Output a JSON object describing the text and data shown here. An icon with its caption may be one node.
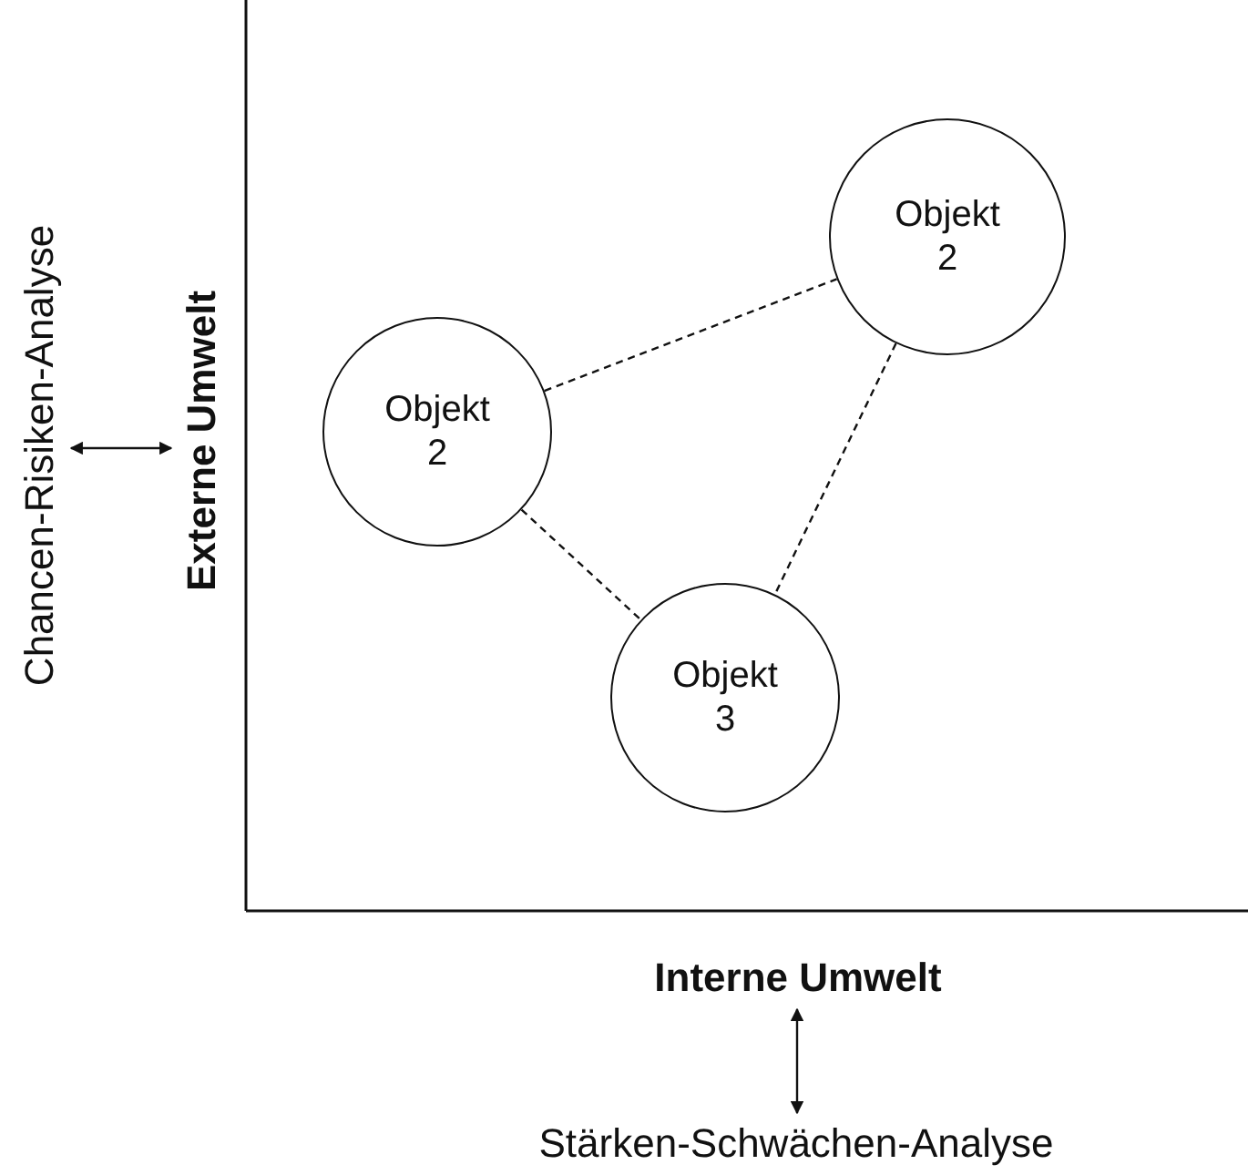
{
  "diagram": {
    "nodes": [
      {
        "text": [
          "Objekt 2"
        ]
      },
      {
        "text": [
          "Objekt 2"
        ]
      },
      {
        "text": [
          "Objekt 3"
        ]
      },
      {
        "text": [
          "Externe Umwelt"
        ]
      },
      {
        "text": [
          "Chancen-Risiken-Analyse"
        ]
      },
      {
        "text": [
          "Interne Umwelt"
        ]
      },
      {
        "text": [
          "Stärken-Schwächen-Analyse"
        ]
      }
    ],
    "edges": [
      {
        "from": 0,
        "to": 1,
        "arrow": "none",
        "style": "dashed"
      },
      {
        "from": 0,
        "to": 2,
        "arrow": "none",
        "style": "dashed"
      },
      {
        "from": 1,
        "to": 2,
        "arrow": "none",
        "style": "dashed"
      },
      {
        "from": 4,
        "to": 3,
        "arrow": "both"
      },
      {
        "from": 5,
        "to": 6,
        "arrow": "both"
      }
    ]
  }
}
